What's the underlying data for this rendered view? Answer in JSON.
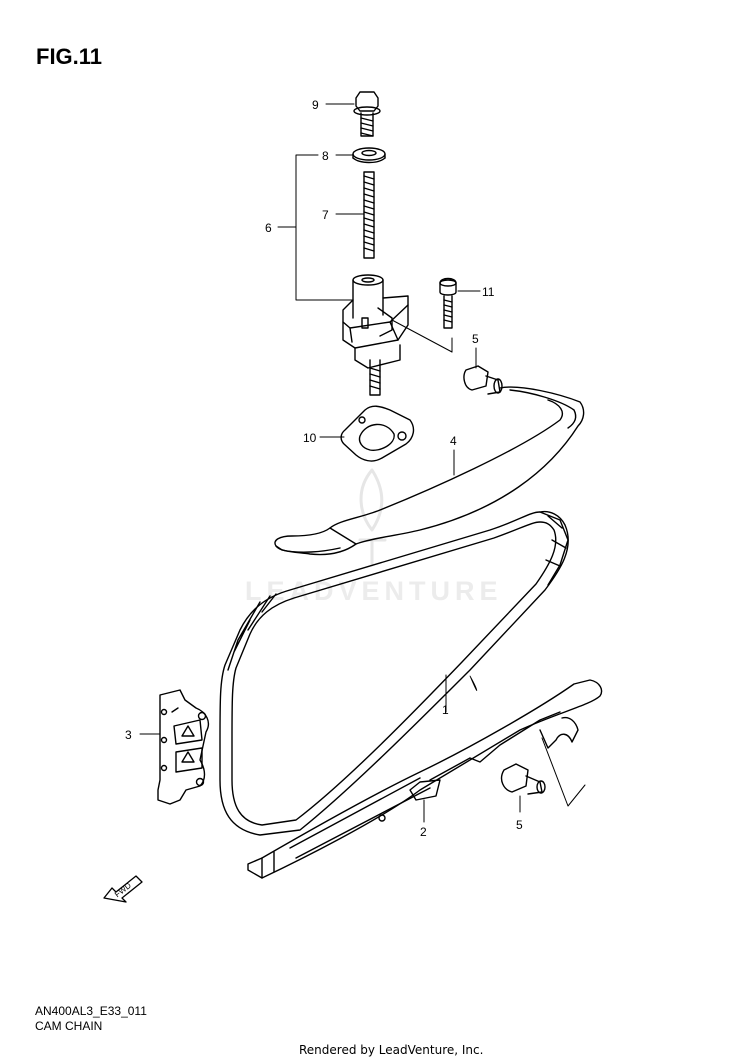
{
  "figure": {
    "title": "FIG.11"
  },
  "callouts": {
    "c9": "9",
    "c8": "8",
    "c7": "7",
    "c6": "6",
    "c11": "11",
    "c5a": "5",
    "c10": "10",
    "c4": "4",
    "c1": "1",
    "c3": "3",
    "c2": "2",
    "c5b": "5"
  },
  "fwd_label": "FWD",
  "watermark": "LEADVENTURE",
  "footer": {
    "code": "AN400AL3_E33_011",
    "caption": "CAM CHAIN",
    "rendered": "Rendered by LeadVenture, Inc."
  },
  "colors": {
    "line": "#000000",
    "watermark": "#ececec",
    "background": "#ffffff"
  }
}
